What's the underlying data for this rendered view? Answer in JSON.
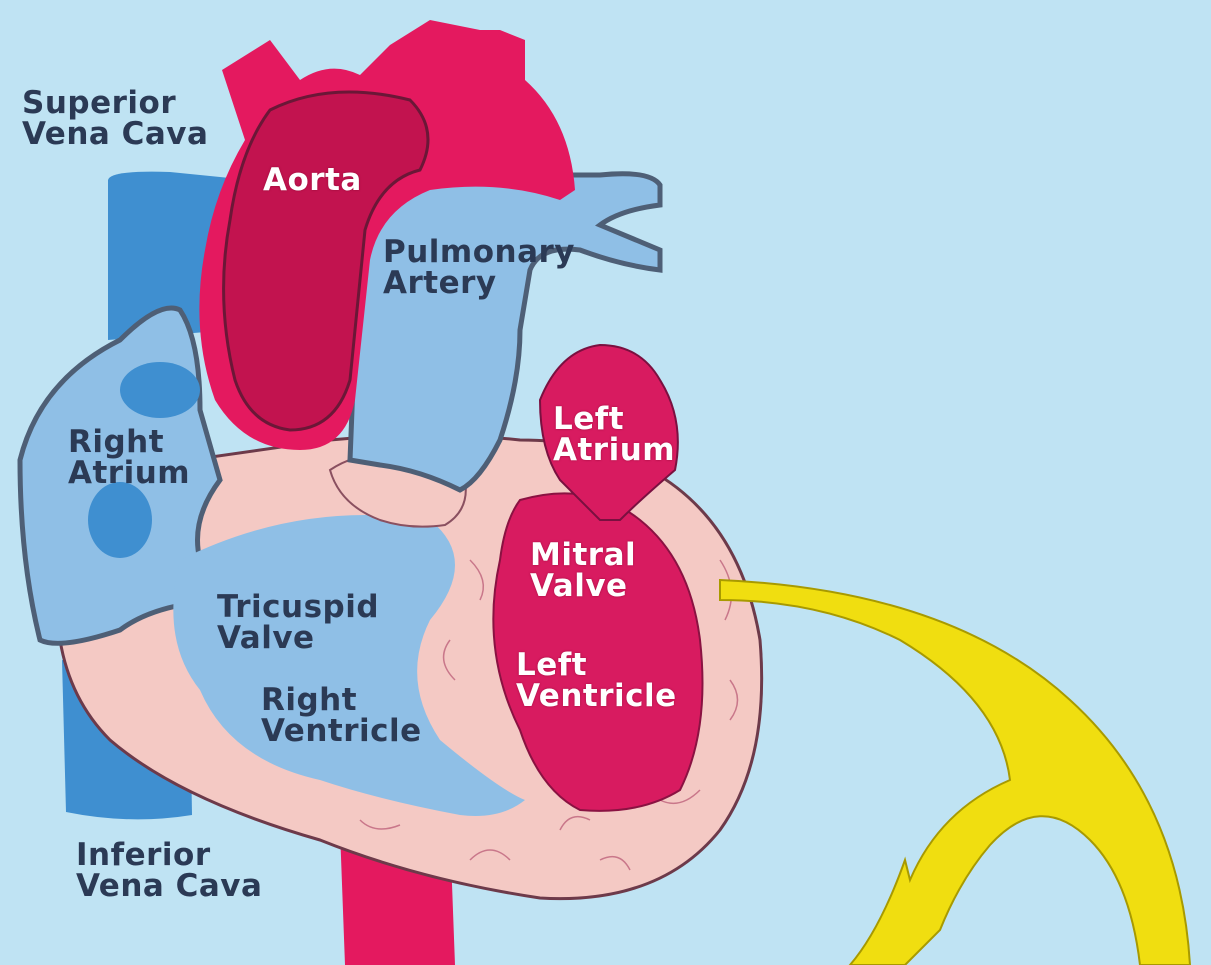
{
  "diagram": {
    "labels": {
      "superior_vena_cava": [
        "Superior",
        "Vena Cava"
      ],
      "aorta": [
        "Aorta"
      ],
      "pulmonary_artery": [
        "Pulmonary",
        "Artery"
      ],
      "right_atrium": [
        "Right",
        "Atrium"
      ],
      "left_atrium": [
        "Left",
        "Atrium"
      ],
      "mitral_valve": [
        "Mitral",
        "Valve"
      ],
      "tricuspid_valve": [
        "Tricuspid",
        "Valve"
      ],
      "left_ventricle": [
        "Left",
        "Ventricle"
      ],
      "right_ventricle": [
        "Right",
        "Ventricle"
      ],
      "inferior_vena_cava": [
        "Inferior",
        "Vena Cava"
      ]
    },
    "colors": {
      "background": "#bfe3f3",
      "oxygenated_blood": "#d81b60",
      "deoxygenated_blood": "#8fbfe6",
      "vena_cava": "#3f8fd0",
      "muscle_wall": "#f4c9c4",
      "label_dark": "#2b3a55",
      "label_light": "#ffffff",
      "pointer_arrow": "#f0de10"
    }
  }
}
